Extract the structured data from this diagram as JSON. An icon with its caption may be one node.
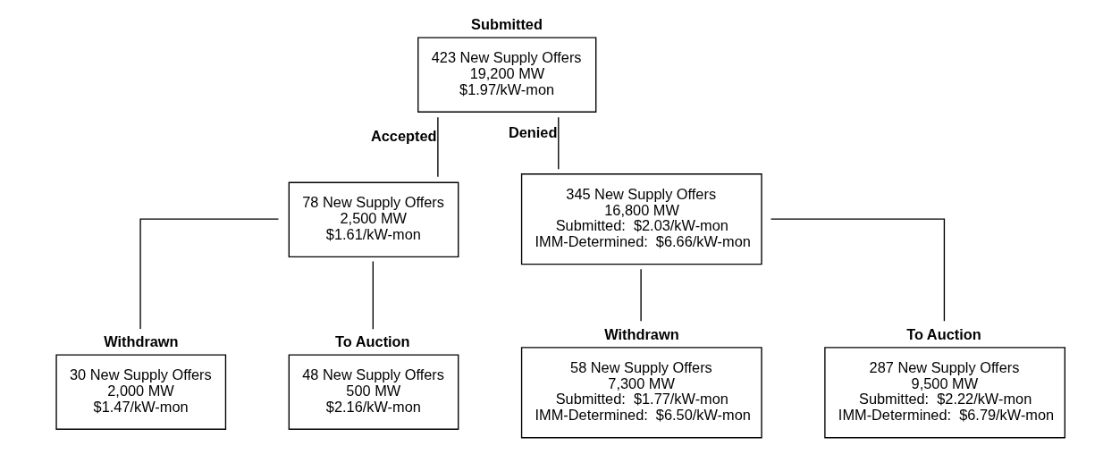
{
  "diagram": {
    "nodes": [
      {
        "text": [
          "Submitted",
          "423 New Supply Offers",
          "19,200 MW",
          "$1.97/kW-mon"
        ]
      },
      {
        "text": [
          "78 New Supply Offers",
          "2,500 MW",
          "$1.61/kW-mon"
        ]
      },
      {
        "text": [
          "345 New Supply Offers",
          "16,800 MW",
          "Submitted:  $2.03/kW-mon",
          "IMM-Determined:  $6.66/kW-mon"
        ]
      },
      {
        "text": [
          "Withdrawn",
          "30 New Supply Offers",
          "2,000 MW",
          "$1.47/kW-mon"
        ]
      },
      {
        "text": [
          "To Auction",
          "48 New Supply Offers",
          "500 MW",
          "$2.16/kW-mon"
        ]
      },
      {
        "text": [
          "Withdrawn",
          "58 New Supply Offers",
          "7,300 MW",
          "Submitted:  $1.77/kW-mon",
          "IMM-Determined:  $6.50/kW-mon"
        ]
      },
      {
        "text": [
          "To Auction",
          "287 New Supply Offers",
          "9,500 MW",
          "Submitted:  $2.22/kW-mon",
          "IMM-Determined:  $6.79/kW-mon"
        ]
      }
    ],
    "edges": [
      {
        "from": 0,
        "to": 1,
        "arrow": "none",
        "label": "Accepted"
      },
      {
        "from": 0,
        "to": 2,
        "arrow": "none",
        "label": "Denied"
      },
      {
        "from": 1,
        "to": 3,
        "arrow": "none"
      },
      {
        "from": 1,
        "to": 4,
        "arrow": "none"
      },
      {
        "from": 2,
        "to": 5,
        "arrow": "none"
      },
      {
        "from": 2,
        "to": 6,
        "arrow": "none"
      }
    ]
  }
}
